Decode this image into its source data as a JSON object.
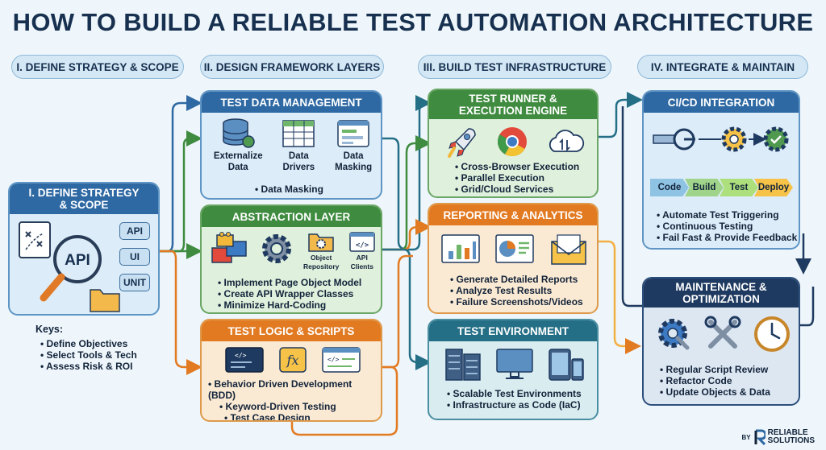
{
  "title": "HOW TO BUILD A RELIABLE TEST AUTOMATION ARCHITECTURE",
  "columns": [
    "I. DEFINE STRATEGY & SCOPE",
    "II. DESIGN FRAMEWORK LAYERS",
    "III. BUILD TEST INFRASTRUCTURE",
    "IV. INTEGRATE & MAINTAIN"
  ],
  "strategy": {
    "title_line1": "I. DEFINE STRATEGY",
    "title_line2": "& SCOPE",
    "hub_label": "API",
    "tags": [
      "API",
      "UI",
      "UNIT"
    ],
    "keys_title": "Keys:",
    "keys": [
      "Define Objectives",
      "Select Tools & Tech",
      "Assess Risk & ROI"
    ]
  },
  "test_data": {
    "title": "TEST DATA MANAGEMENT",
    "icons": [
      {
        "icon": "database-icon",
        "label1": "Externalize",
        "label2": "Data"
      },
      {
        "icon": "spreadsheet-icon",
        "label1": "Data",
        "label2": "Drivers"
      },
      {
        "icon": "masking-form-icon",
        "label1": "Data",
        "label2": "Masking"
      }
    ],
    "bullets": [
      "Data Masking"
    ]
  },
  "abstraction": {
    "title": "ABSTRACTION LAYER",
    "icons": [
      {
        "icon": "lego-blocks-icon"
      },
      {
        "icon": "gear-icon"
      },
      {
        "icon": "folder-gear-icon",
        "label1": "Object",
        "label2": "Repository"
      },
      {
        "icon": "code-window-icon",
        "label1": "API",
        "label2": "Clients"
      }
    ],
    "bullets": [
      "Implement Page Object Model",
      "Create API Wrapper Classes",
      "Minimize Hard-Coding"
    ]
  },
  "test_logic": {
    "title": "TEST LOGIC & SCRIPTS",
    "icons": [
      {
        "icon": "code-screen-icon"
      },
      {
        "icon": "function-icon",
        "symbol": "fx"
      },
      {
        "icon": "code-browser-icon"
      }
    ],
    "bullets": [
      "Behavior Driven Development (BDD)",
      "Keyword-Driven Testing",
      "Test Case Design"
    ]
  },
  "runner": {
    "title_line1": "TEST RUNNER &",
    "title_line2": "EXECUTION ENGINE",
    "icons": [
      {
        "icon": "rocket-icon"
      },
      {
        "icon": "chrome-icon"
      },
      {
        "icon": "cloud-sync-icon"
      }
    ],
    "bullets": [
      "Cross-Browser Execution",
      "Parallel Execution",
      "Grid/Cloud Services"
    ]
  },
  "reporting": {
    "title": "REPORTING & ANALYTICS",
    "icons": [
      {
        "icon": "bar-chart-icon"
      },
      {
        "icon": "pie-dashboard-icon"
      },
      {
        "icon": "envelope-icon"
      }
    ],
    "bullets": [
      "Generate Detailed Reports",
      "Analyze Test Results",
      "Failure Screenshots/Videos"
    ]
  },
  "environment": {
    "title": "TEST ENVIRONMENT",
    "icons": [
      {
        "icon": "server-rack-icon"
      },
      {
        "icon": "monitor-icon"
      },
      {
        "icon": "mobile-devices-icon"
      }
    ],
    "bullets": [
      "Scalable Test Environments",
      "Infrastructure as Code (IaC)"
    ]
  },
  "cicd": {
    "title": "CI/CD INTEGRATION",
    "pipeline": [
      "Code",
      "Build",
      "Test",
      "Deploy"
    ],
    "pipeline_colors": [
      "#8fc3e3",
      "#9fd48a",
      "#ade07c",
      "#f6c247"
    ],
    "bullets": [
      "Automate Test Triggering",
      "Continuous Testing",
      "Fail Fast & Provide Feedback"
    ]
  },
  "maintenance": {
    "title_line1": "MAINTENANCE &",
    "title_line2": "OPTIMIZATION",
    "icons": [
      {
        "icon": "gear-wrench-icon"
      },
      {
        "icon": "crossed-tools-icon"
      },
      {
        "icon": "clock-icon"
      }
    ],
    "bullets": [
      "Regular Script Review",
      "Refactor Code",
      "Update Objects & Data"
    ]
  },
  "brand": {
    "by": "BY",
    "line1": "RELIABLE",
    "line2": "SOLUTIONS"
  },
  "colors": {
    "blue": "#2f69a3",
    "green": "#3f8b3f",
    "orange": "#e27a22",
    "teal": "#246f86",
    "navy": "#1f3a60"
  }
}
